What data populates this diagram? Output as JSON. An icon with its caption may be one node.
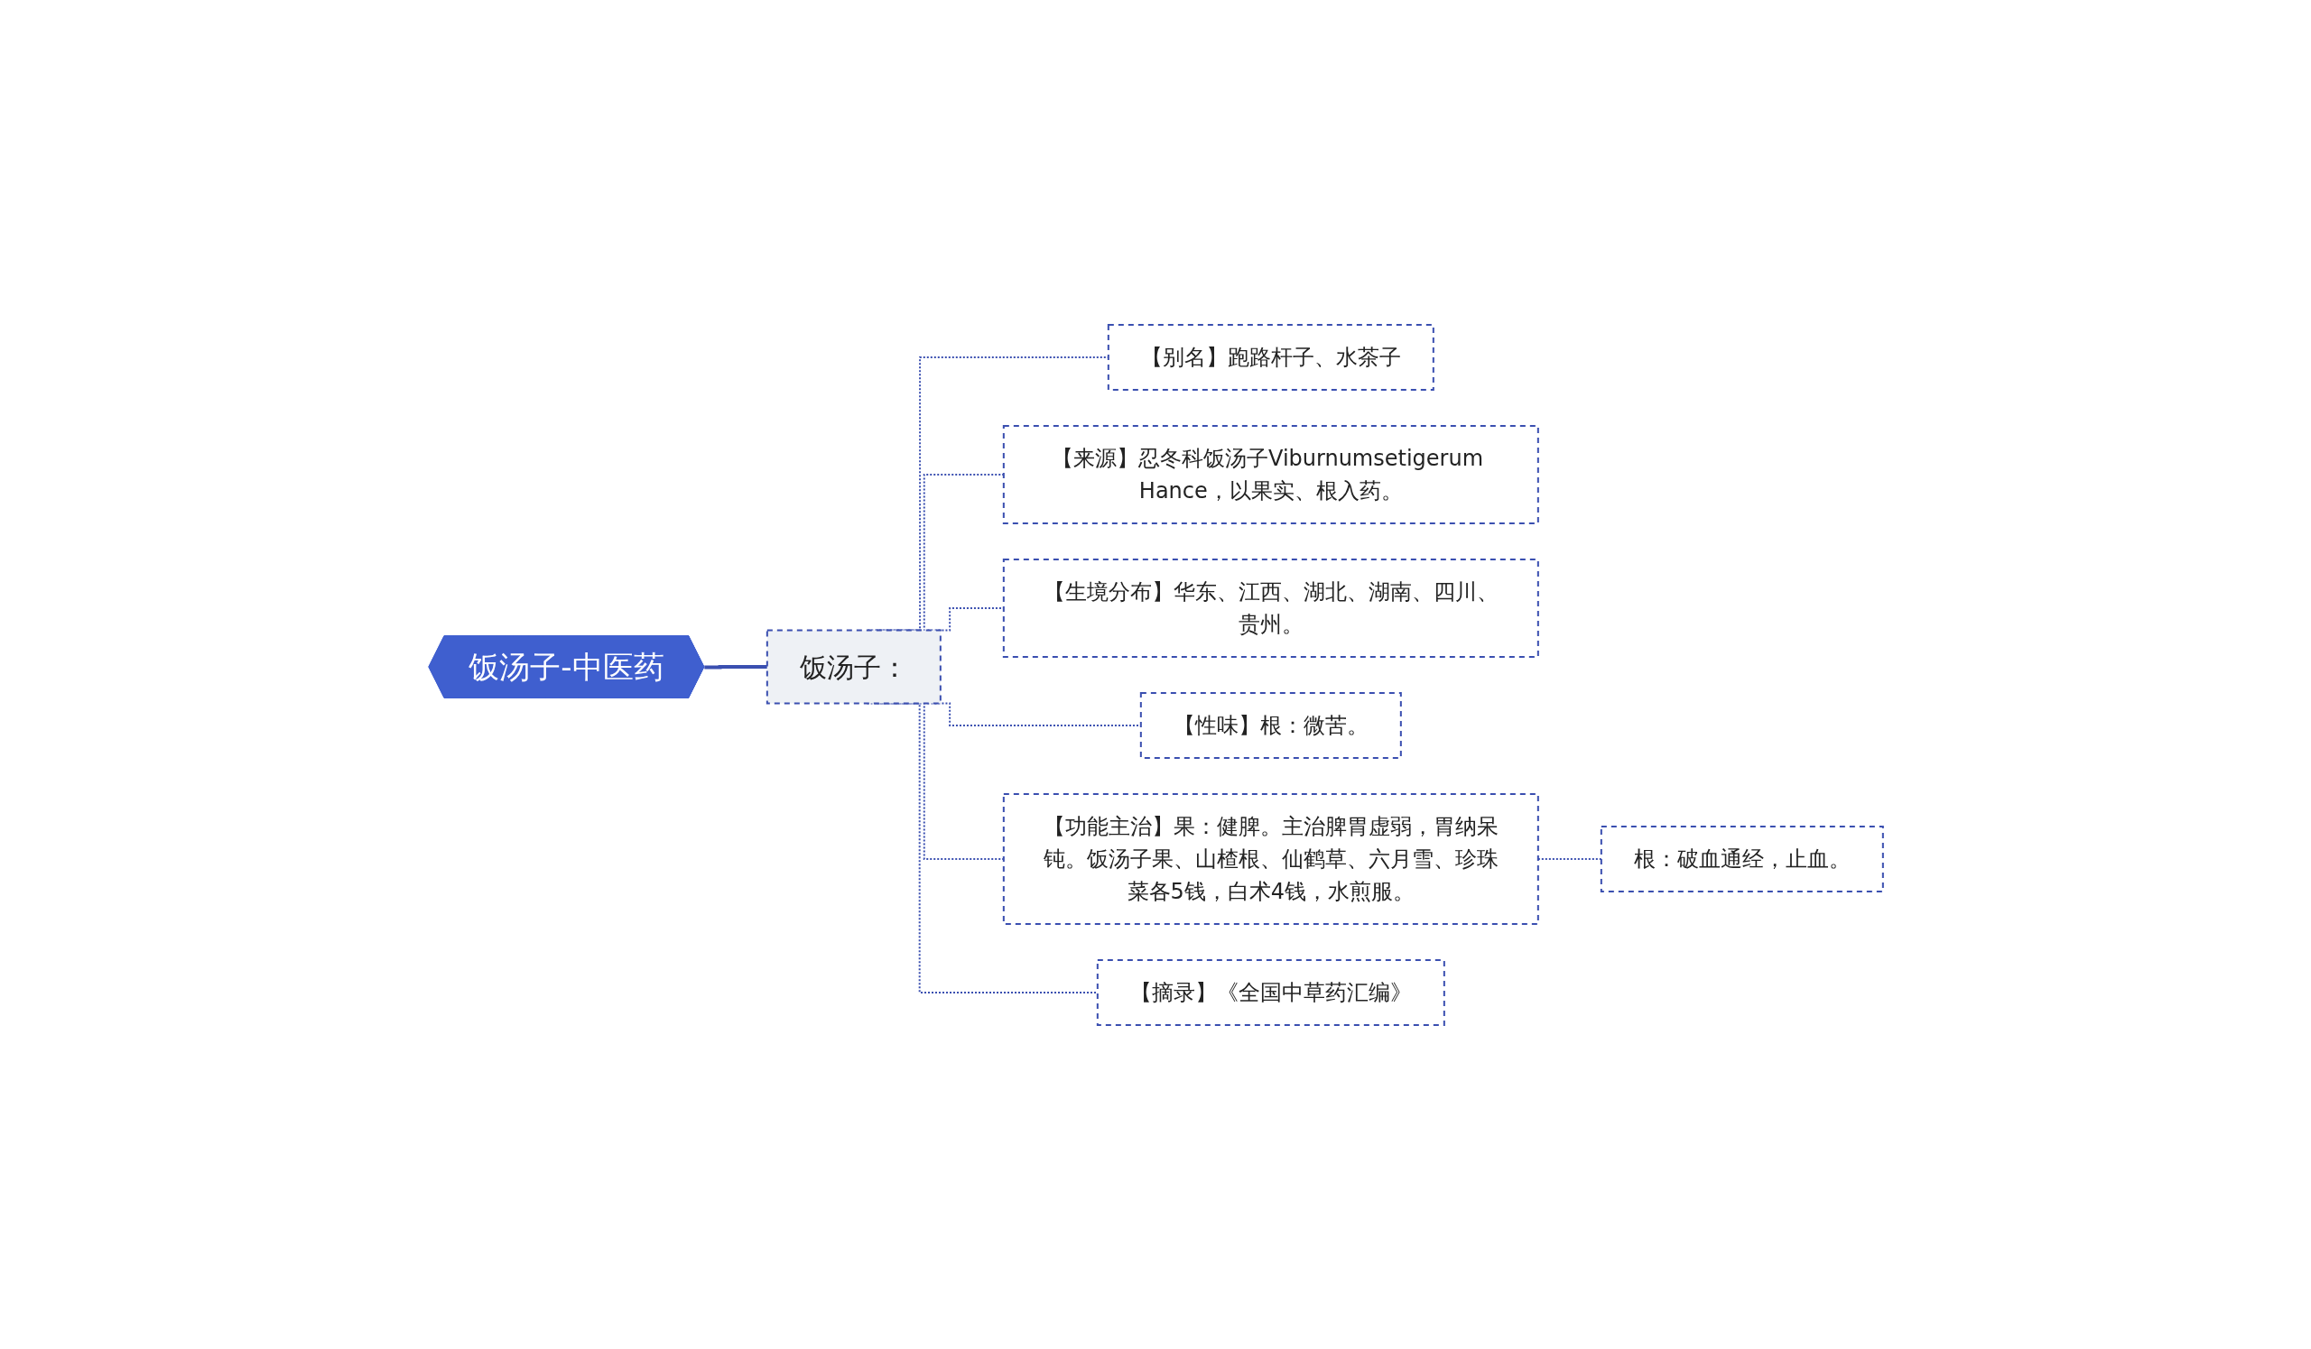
{
  "diagram": {
    "nodes": [
      {
        "text": [
          "饭汤子-中医药"
        ]
      },
      {
        "text": [
          "饭汤子："
        ]
      },
      {
        "text": [
          "【别名】跑路杆子、水茶子"
        ]
      },
      {
        "text": [
          "【来源】忍冬科饭汤子Viburnumsetigerum Hance，以果实、根入药。"
        ]
      },
      {
        "text": [
          "【生境分布】华东、江西、湖北、湖南、四川、贵州。"
        ]
      },
      {
        "text": [
          "【性味】根：微苦。"
        ]
      },
      {
        "text": [
          "【功能主治】果：健脾。主治脾胃虚弱，胃纳呆钝。饭汤子果、山楂根、仙鹤草、六月雪、珍珠菜各5钱，白术4钱，水煎服。"
        ]
      },
      {
        "text": [
          "根：破血通经，止血。"
        ]
      },
      {
        "text": [
          "【摘录】《全国中草药汇编》"
        ]
      }
    ],
    "edges": [
      {
        "from": 0,
        "to": 1,
        "arrow": "none"
      },
      {
        "from": 1,
        "to": 2,
        "arrow": "none",
        "style": "dashed"
      },
      {
        "from": 1,
        "to": 3,
        "arrow": "none",
        "style": "dashed"
      },
      {
        "from": 1,
        "to": 4,
        "arrow": "none",
        "style": "dashed"
      },
      {
        "from": 1,
        "to": 5,
        "arrow": "none",
        "style": "dashed"
      },
      {
        "from": 1,
        "to": 6,
        "arrow": "none",
        "style": "dashed"
      },
      {
        "from": 6,
        "to": 7,
        "arrow": "none",
        "style": "dashed"
      },
      {
        "from": 1,
        "to": 8,
        "arrow": "none",
        "style": "dashed"
      }
    ]
  }
}
